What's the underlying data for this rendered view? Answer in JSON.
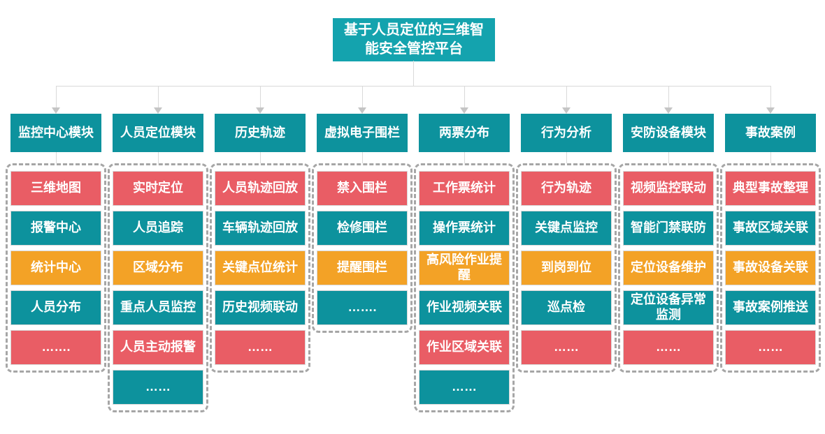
{
  "root": {
    "title": "基于人员定位的三维智能安全管控平台"
  },
  "colors": {
    "top_teal": "#14a3ae",
    "teal": "#0d929d",
    "red": "#e95d65",
    "orange": "#f3a226",
    "line": "#d9d9d9",
    "arrow": "#c5c5c5",
    "dash": "#a6a6a6"
  },
  "columns": [
    {
      "header": "监控中心模块",
      "items": [
        {
          "label": "三维地图",
          "color": "red"
        },
        {
          "label": "报警中心",
          "color": "teal"
        },
        {
          "label": "统计中心",
          "color": "orange"
        },
        {
          "label": "人员分布",
          "color": "teal"
        },
        {
          "label": "…….",
          "color": "red"
        }
      ]
    },
    {
      "header": "人员定位模块",
      "items": [
        {
          "label": "实时定位",
          "color": "red"
        },
        {
          "label": "人员追踪",
          "color": "teal"
        },
        {
          "label": "区域分布",
          "color": "orange"
        },
        {
          "label": "重点人员监控",
          "color": "teal"
        },
        {
          "label": "人员主动报警",
          "color": "red"
        },
        {
          "label": "……",
          "color": "teal"
        }
      ]
    },
    {
      "header": "历史轨迹",
      "items": [
        {
          "label": "人员轨迹回放",
          "color": "red"
        },
        {
          "label": "车辆轨迹回放",
          "color": "teal"
        },
        {
          "label": "关键点位统计",
          "color": "orange"
        },
        {
          "label": "历史视频联动",
          "color": "teal"
        },
        {
          "label": "……",
          "color": "red"
        }
      ]
    },
    {
      "header": "虚拟电子围栏",
      "items": [
        {
          "label": "禁入围栏",
          "color": "red"
        },
        {
          "label": "检修围栏",
          "color": "teal"
        },
        {
          "label": "提醒围栏",
          "color": "orange"
        },
        {
          "label": "…….",
          "color": "teal"
        }
      ]
    },
    {
      "header": "两票分布",
      "items": [
        {
          "label": "工作票统计",
          "color": "red"
        },
        {
          "label": "操作票统计",
          "color": "teal"
        },
        {
          "label": "高风险作业提醒",
          "color": "orange"
        },
        {
          "label": "作业视频关联",
          "color": "teal"
        },
        {
          "label": "作业区域关联",
          "color": "red"
        },
        {
          "label": "……",
          "color": "teal"
        }
      ]
    },
    {
      "header": "行为分析",
      "items": [
        {
          "label": "行为轨迹",
          "color": "red"
        },
        {
          "label": "关键点监控",
          "color": "teal"
        },
        {
          "label": "到岗到位",
          "color": "orange"
        },
        {
          "label": "巡点检",
          "color": "teal"
        },
        {
          "label": "……",
          "color": "red"
        }
      ]
    },
    {
      "header": "安防设备模块",
      "items": [
        {
          "label": "视频监控联动",
          "color": "red"
        },
        {
          "label": "智能门禁联防",
          "color": "teal"
        },
        {
          "label": "定位设备维护",
          "color": "orange"
        },
        {
          "label": "定位设备异常监测",
          "color": "teal"
        },
        {
          "label": "……",
          "color": "red"
        }
      ]
    },
    {
      "header": "事故案例",
      "items": [
        {
          "label": "典型事故整理",
          "color": "red"
        },
        {
          "label": "事故区域关联",
          "color": "teal"
        },
        {
          "label": "事故设备关联",
          "color": "orange"
        },
        {
          "label": "事故案例推送",
          "color": "teal"
        },
        {
          "label": "……",
          "color": "red"
        }
      ]
    }
  ]
}
